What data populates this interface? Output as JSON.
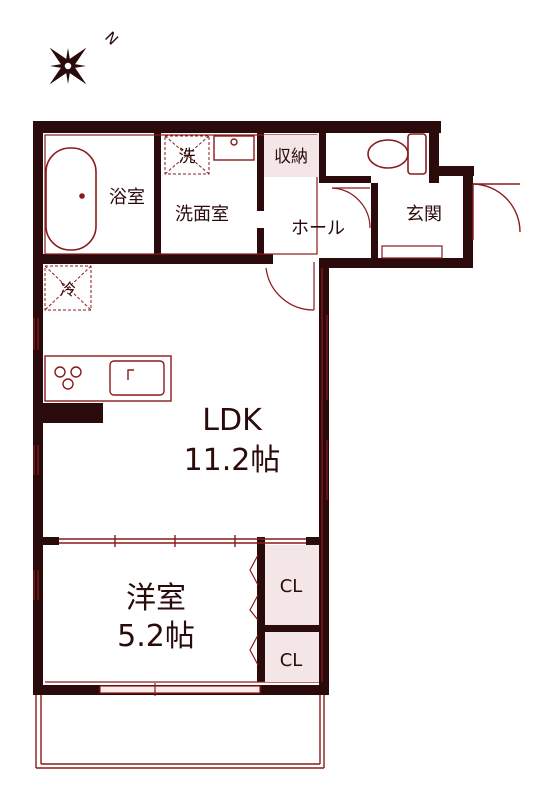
{
  "floorplan": {
    "compass": {
      "north_label": "N"
    },
    "colors": {
      "wall": "#2a0a0a",
      "accent": "#8a1a1a",
      "closet_fill": "#f4e6e6"
    },
    "rooms": {
      "bath": "浴室",
      "washroom": "洗面室",
      "washer": "洗",
      "storage": "収納",
      "hall": "ホール",
      "entrance": "玄関",
      "fridge": "冷",
      "ldk_name": "LDK",
      "ldk_size": "11.2帖",
      "western_name": "洋室",
      "western_size": "5.2帖",
      "closet_upper": "CL",
      "closet_lower": "CL"
    }
  }
}
